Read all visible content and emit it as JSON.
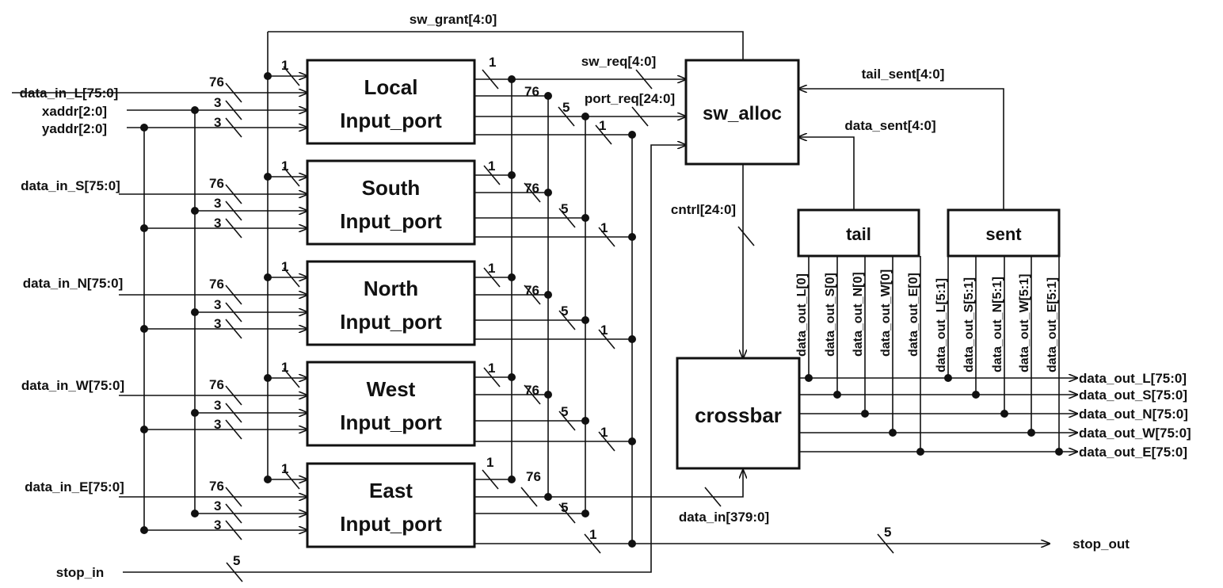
{
  "colors": {
    "line": "#111111",
    "background": "#ffffff"
  },
  "signals": {
    "sw_grant": "sw_grant[4:0]",
    "sw_req": "sw_req[4:0]",
    "port_req": "port_req[24:0]",
    "tail_sent": "tail_sent[4:0]",
    "data_sent": "data_sent[4:0]",
    "cntrl": "cntrl[24:0]",
    "data_in": "data_in[379:0]",
    "stop_in": "stop_in",
    "stop_out": "stop_out",
    "xaddr": "xaddr[2:0]",
    "yaddr": "yaddr[2:0]"
  },
  "inputs": {
    "L": "data_in_L[75:0]",
    "S": "data_in_S[75:0]",
    "N": "data_in_N[75:0]",
    "W": "data_in_W[75:0]",
    "E": "data_in_E[75:0]"
  },
  "ports": [
    {
      "name": "Local",
      "sub": "Input_port"
    },
    {
      "name": "South",
      "sub": "Input_port"
    },
    {
      "name": "North",
      "sub": "Input_port"
    },
    {
      "name": "West",
      "sub": "Input_port"
    },
    {
      "name": "East",
      "sub": "Input_port"
    }
  ],
  "blocks": {
    "sw_alloc": "sw_alloc",
    "crossbar": "crossbar",
    "tail": "tail",
    "sent": "sent"
  },
  "widths": {
    "w1": "1",
    "w3": "3",
    "w5": "5",
    "w76": "76"
  },
  "tail_bits": [
    "data_out_L[0]",
    "data_out_S[0]",
    "data_out_N[0]",
    "data_out_W[0]",
    "data_out_E[0]"
  ],
  "sent_bits": [
    "data_out_L[5:1]",
    "data_out_S[5:1]",
    "data_out_N[5:1]",
    "data_out_W[5:1]",
    "data_out_E[5:1]"
  ],
  "outputs": [
    "data_out_L[75:0]",
    "data_out_S[75:0]",
    "data_out_N[75:0]",
    "data_out_W[75:0]",
    "data_out_E[75:0]"
  ]
}
